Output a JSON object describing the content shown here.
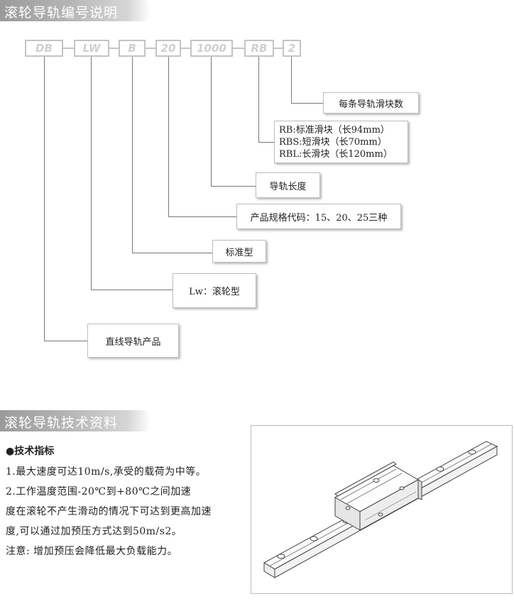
{
  "section1": {
    "title": "滚轮导轨编号说明"
  },
  "codes": [
    "DB",
    "LW",
    "B",
    "20",
    "1000",
    "RB",
    "2"
  ],
  "boxes": {
    "block_count": "每条导轨滑块数",
    "block_types": [
      "RB:标准滑块（长94mm）",
      "RBS:短滑块（长70mm）",
      "RBL:长滑块（长120mm）"
    ],
    "rail_length": "导轨长度",
    "spec_code": "产品规格代码：15、20、25三种",
    "standard": "标准型",
    "roller": "Lw：滚轮型",
    "linear": "直线导轨产品"
  },
  "section2": {
    "title": "滚轮导轨技术资料"
  },
  "tech": {
    "title": "●技术指标",
    "lines": [
      "1.最大速度可达10m/s,承受的载荷为中等。",
      "2.工作温度范围-20℃到+80℃之间加速",
      "度在滚轮不产生滑动的情况下可达到更高加速",
      "度,可以通过加预压方式达到50m/s2。",
      "注意: 增加预压会降低最大负载能力。"
    ]
  },
  "colors": {
    "header_gray": "#a5a5a5",
    "code_border": "#c4c4c4",
    "line": "#777777"
  }
}
